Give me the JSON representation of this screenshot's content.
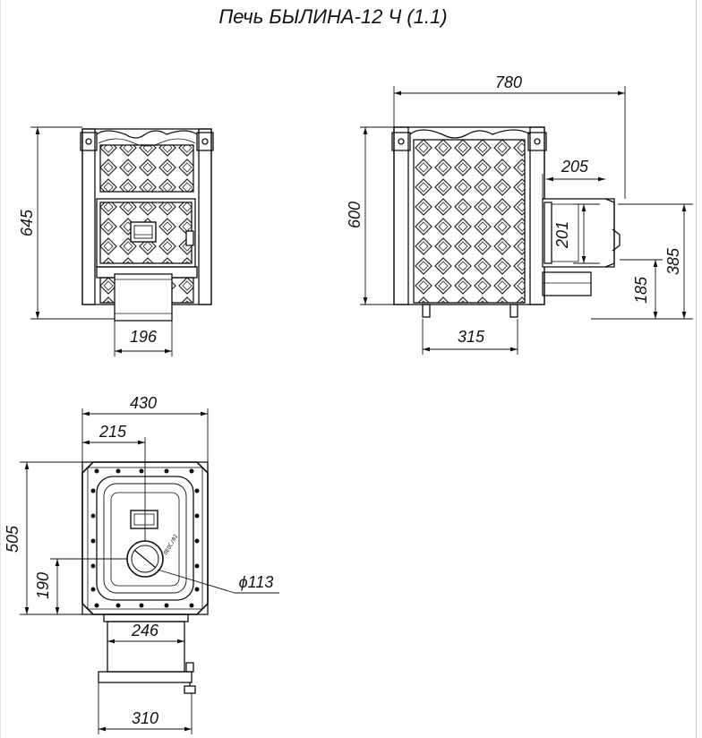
{
  "title": "Печь БЫЛИНА-12 Ч (1.1)",
  "front_view": {
    "height_dim": "645",
    "flue_width_dim": "196"
  },
  "side_view": {
    "depth_dim": "780",
    "height_dim": "600",
    "tunnel_length_dim": "205",
    "door_height_dim": "201",
    "tunnel_top_dim": "385",
    "tunnel_bottom_dim": "185",
    "legs_width_dim": "315"
  },
  "plan_view": {
    "width_dim": "430",
    "half_width_dim": "215",
    "depth_dim": "505",
    "flue_offset_dim": "190",
    "flue_diameter_dim": "ϕ113",
    "tunnel_width_dim": "246",
    "frame_width_dim": "310",
    "stamp_text": "ЛЕОС/02"
  }
}
